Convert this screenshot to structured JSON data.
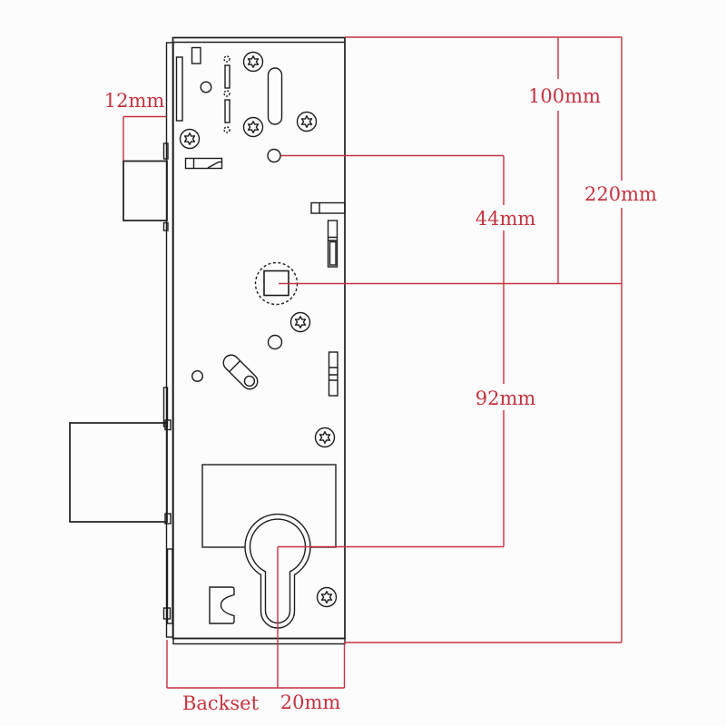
{
  "diagram": {
    "type": "technical-drawing",
    "subject": "door-lock-gearbox-dimension-drawing",
    "background_color": "#fcfcfc",
    "outline_color": "#1d1d1d",
    "dimension_color": "#c4323f",
    "labels": {
      "d12": "12mm",
      "d100": "100mm",
      "d220": "220mm",
      "d44": "44mm",
      "d92": "92mm",
      "backset": "Backset",
      "d20": "20mm"
    }
  }
}
